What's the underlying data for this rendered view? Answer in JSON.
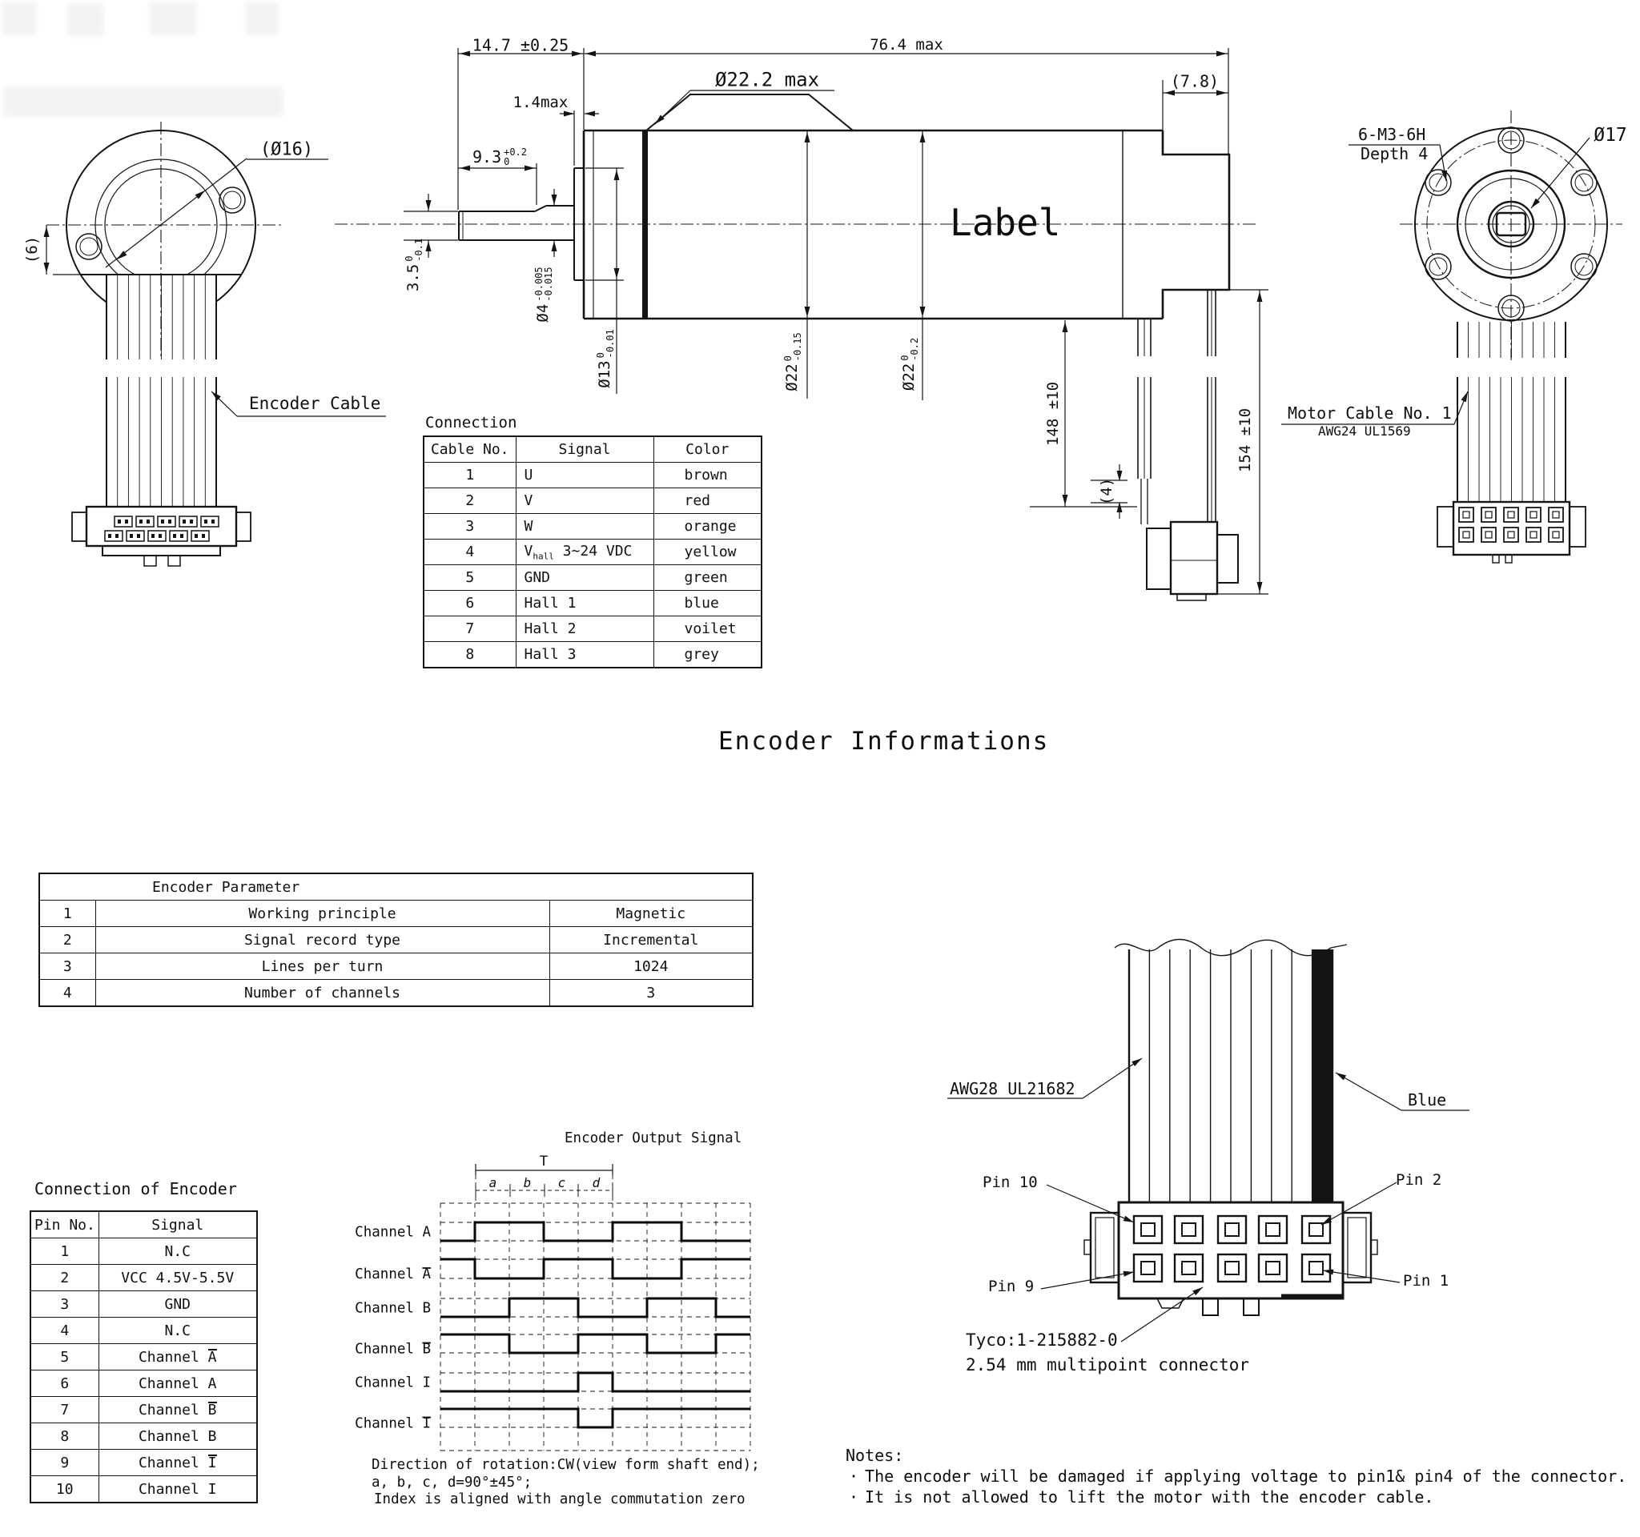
{
  "section_title": "Encoder Informations",
  "front_view": {
    "encoder_cable": "Encoder Cable"
  },
  "side_view": {
    "label": "Label"
  },
  "rear_view": {
    "thread_spec": "6-M3-6H",
    "thread_depth": "Depth 4",
    "motor_cable": "Motor Cable No. 1",
    "motor_cable_spec": "AWG24 UL1569"
  },
  "dims": {
    "d147": {
      "main": "14.7 ±0.25"
    },
    "d764": {
      "main": "76.4 max"
    },
    "d222": {
      "main": "Ø22.2 max"
    },
    "d14": {
      "main": "1.4max"
    },
    "d93": {
      "main": "9.3",
      "upper": "+0.2",
      "lower": "0"
    },
    "d35": {
      "main": "3.5",
      "upper": "0",
      "lower": "-0.1"
    },
    "d4": {
      "main": "Ø4",
      "upper": "-0.005",
      "lower": "-0.015"
    },
    "d13": {
      "main": "Ø13",
      "upper": "0",
      "lower": "-0.01"
    },
    "d22a": {
      "main": "Ø22",
      "upper": "0",
      "lower": "-0.15"
    },
    "d22b": {
      "main": "Ø22",
      "upper": "0",
      "lower": "-0.2"
    },
    "d78": {
      "main": "(7.8)"
    },
    "d148": {
      "main": "148 ±10"
    },
    "d154": {
      "main": "154 ±10"
    },
    "d4b": {
      "main": "(4)"
    },
    "d16": {
      "main": "(Ø16)"
    },
    "d6": {
      "main": "(6)"
    },
    "d17": {
      "main": "Ø17"
    }
  },
  "connection": {
    "title": "Connection",
    "headers": [
      "Cable No.",
      "Signal",
      "Color"
    ],
    "rows": [
      {
        "no": "1",
        "signal": "U",
        "color": "brown"
      },
      {
        "no": "2",
        "signal": "V",
        "color": "red"
      },
      {
        "no": "3",
        "signal": "W",
        "color": "orange"
      },
      {
        "no": "4",
        "signal": {
          "pre": "V",
          "sub": "hall",
          "post": " 3~24 VDC"
        },
        "color": "yellow"
      },
      {
        "no": "5",
        "signal": "GND",
        "color": "green"
      },
      {
        "no": "6",
        "signal": "Hall 1",
        "color": "blue"
      },
      {
        "no": "7",
        "signal": "Hall 2",
        "color": "voilet"
      },
      {
        "no": "8",
        "signal": "Hall 3",
        "color": "grey"
      }
    ]
  },
  "parameter": {
    "header": "Encoder Parameter",
    "rows": [
      {
        "no": "1",
        "name": "Working principle",
        "value": "Magnetic"
      },
      {
        "no": "2",
        "name": "Signal record type",
        "value": "Incremental"
      },
      {
        "no": "3",
        "name": "Lines per turn",
        "value": "1024"
      },
      {
        "no": "4",
        "name": "Number of channels",
        "value": "3"
      }
    ]
  },
  "pins": {
    "title": "Connection of Encoder",
    "headers": [
      "Pin No.",
      "Signal"
    ],
    "rows": [
      {
        "no": "1",
        "signal": "N.C"
      },
      {
        "no": "2",
        "signal": "VCC 4.5V-5.5V"
      },
      {
        "no": "3",
        "signal": "GND"
      },
      {
        "no": "4",
        "signal": "N.C"
      },
      {
        "no": "5",
        "signal": {
          "pre": "Channel ",
          "ch": "A",
          "bar": true
        }
      },
      {
        "no": "6",
        "signal": "Channel A"
      },
      {
        "no": "7",
        "signal": {
          "pre": "Channel ",
          "ch": "B",
          "bar": true
        }
      },
      {
        "no": "8",
        "signal": "Channel B"
      },
      {
        "no": "9",
        "signal": {
          "pre": "Channel ",
          "ch": "I",
          "bar": true
        }
      },
      {
        "no": "10",
        "signal": "Channel I"
      }
    ]
  },
  "timing": {
    "title": "Encoder Output Signal",
    "period_label": "T",
    "seg_labels": [
      "a",
      "b",
      "c",
      "d"
    ],
    "channels": [
      {
        "pre": "Channel ",
        "ch": "A",
        "bar": false,
        "bits": [
          0,
          1,
          1,
          0,
          0,
          1,
          1,
          0,
          0
        ]
      },
      {
        "pre": "Channel ",
        "ch": "A",
        "bar": true,
        "bits": [
          1,
          0,
          0,
          1,
          1,
          0,
          0,
          1,
          1
        ]
      },
      {
        "pre": "Channel ",
        "ch": "B",
        "bar": false,
        "bits": [
          0,
          0,
          1,
          1,
          0,
          0,
          1,
          1,
          0
        ]
      },
      {
        "pre": "Channel ",
        "ch": "B",
        "bar": true,
        "bits": [
          1,
          1,
          0,
          0,
          1,
          1,
          0,
          0,
          1
        ]
      },
      {
        "pre": "Channel ",
        "ch": "I",
        "bar": false,
        "bits": [
          0,
          0,
          0,
          0,
          1,
          0,
          0,
          0,
          0
        ]
      },
      {
        "pre": "Channel ",
        "ch": "I",
        "bar": true,
        "bits": [
          1,
          1,
          1,
          1,
          0,
          1,
          1,
          1,
          1
        ]
      }
    ],
    "notes": [
      "Direction of rotation:CW(view form shaft end);",
      "a, b, c, d=90°±45°;",
      "Index is aligned with angle commutation zero"
    ]
  },
  "connector_detail": {
    "awg": "AWG28 UL21682",
    "blue": "Blue",
    "pin10": "Pin 10",
    "pin2": "Pin 2",
    "pin9": "Pin 9",
    "pin1": "Pin 1",
    "part": "Tyco:1-215882-0",
    "pitch": "2.54 mm multipoint connector"
  },
  "notes": {
    "title": "Notes:",
    "bullet": "·",
    "items": [
      "The encoder will be damaged if applying voltage to pin1& pin4 of the connector.",
      "It is not allowed to lift the motor with the encoder cable."
    ]
  }
}
